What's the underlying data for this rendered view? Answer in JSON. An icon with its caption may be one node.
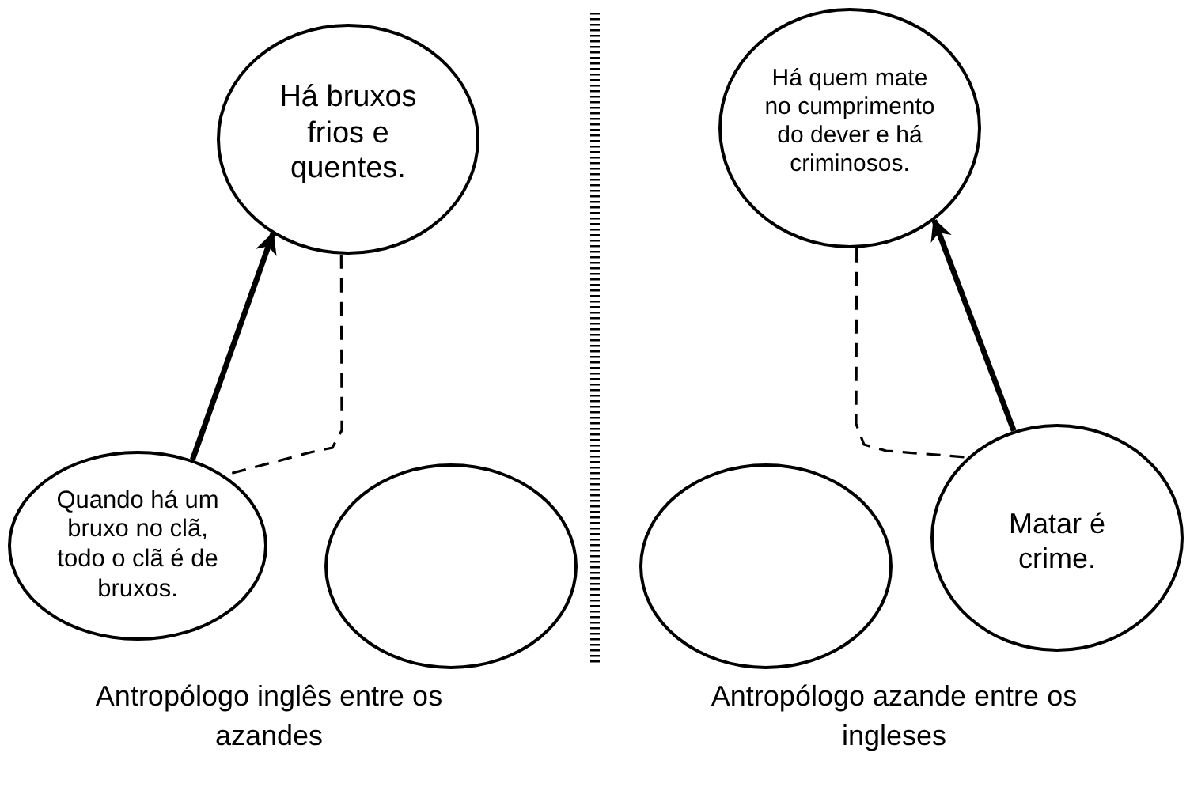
{
  "diagram": {
    "nodes": [
      {
        "text": [
          "Há bruxos frios e quentes."
        ]
      },
      {
        "text": [
          "Quando há um bruxo no clã, todo o clã é de bruxos."
        ]
      },
      {
        "text": [],
        "shape": "circle"
      },
      {
        "text": [
          "Há quem mate no cumprimento do dever e há criminosos."
        ]
      },
      {
        "text": [],
        "shape": "circle"
      },
      {
        "text": [
          "Matar é crime."
        ]
      }
    ],
    "edges": [
      {
        "from": 1,
        "to": 0,
        "arrow": "to",
        "style": "thick"
      },
      {
        "from": 0,
        "to": 1,
        "arrow": "none",
        "style": "dashed"
      },
      {
        "from": 5,
        "to": 3,
        "arrow": "to",
        "style": "thick"
      },
      {
        "from": 3,
        "to": 5,
        "arrow": "none",
        "style": "dashed"
      }
    ],
    "labels": [
      "Antropólogo inglês entre os azandes",
      "Antropólogo azande entre os ingleses"
    ]
  }
}
